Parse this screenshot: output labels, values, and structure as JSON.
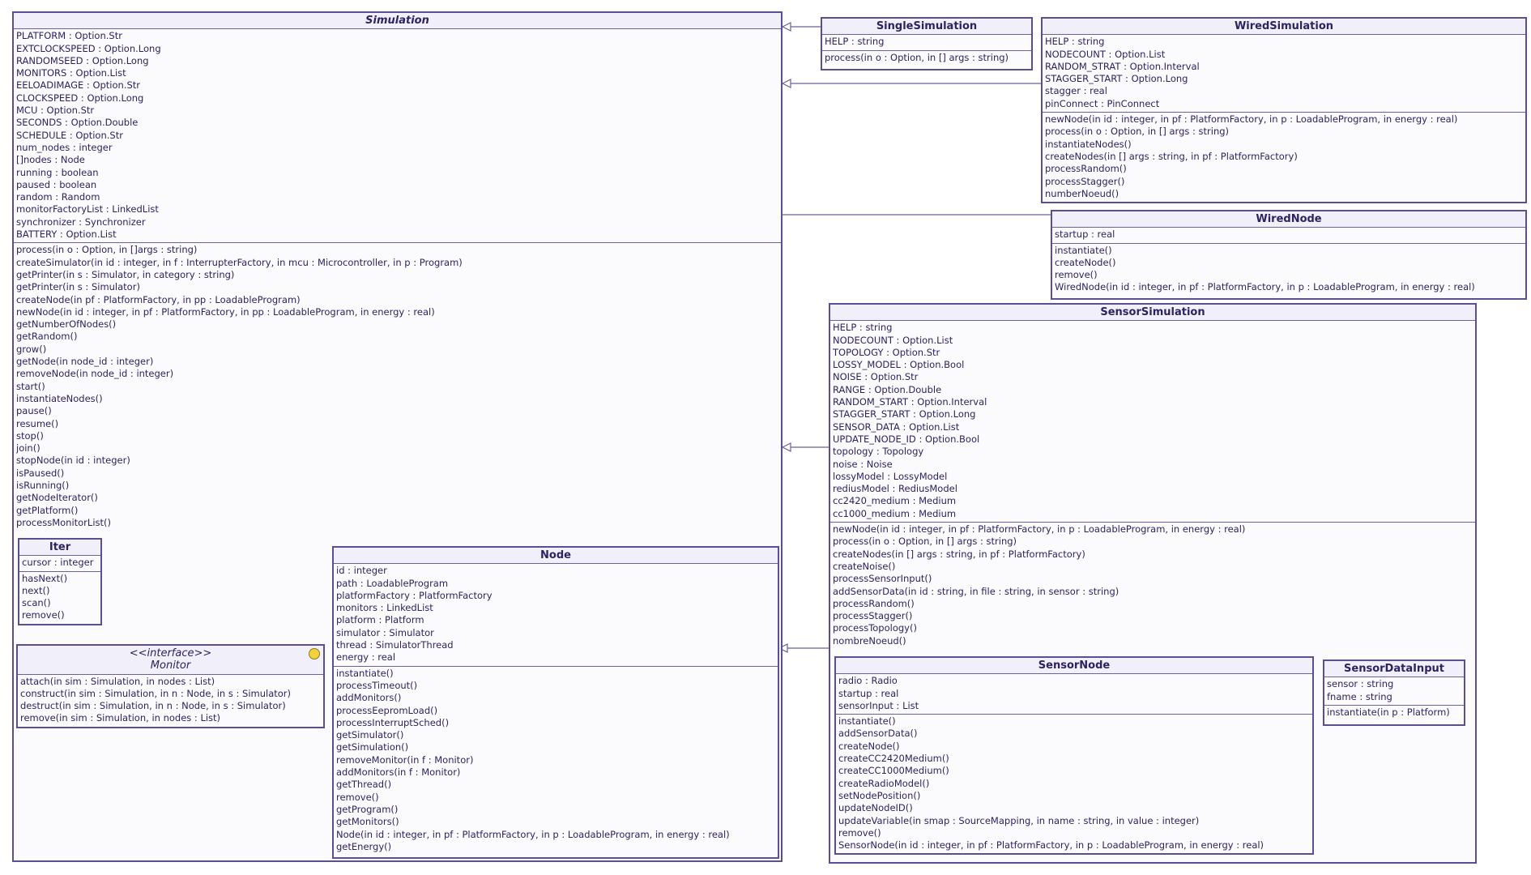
{
  "simulation": {
    "title": "Simulation",
    "attributes": [
      "PLATFORM : Option.Str",
      "EXTCLOCKSPEED : Option.Long",
      "RANDOMSEED : Option.Long",
      "MONITORS : Option.List",
      "EELOADIMAGE : Option.Str",
      "CLOCKSPEED : Option.Long",
      "MCU : Option.Str",
      "SECONDS : Option.Double",
      "SCHEDULE : Option.Str",
      "num_nodes : integer",
      "[]nodes : Node",
      "running  : boolean",
      "paused : boolean",
      "random : Random",
      "monitorFactoryList : LinkedList",
      "synchronizer : Synchronizer",
      "BATTERY : Option.List"
    ],
    "methods": [
      "process(in o  : Option, in []args : string)",
      "createSimulator(in id : integer, in f : InterrupterFactory, in mcu : Microcontroller, in p : Program)",
      "getPrinter(in s : Simulator, in category : string)",
      "getPrinter(in s : Simulator)",
      "createNode(in pf : PlatformFactory, in pp : LoadableProgram)",
      "newNode(in id : integer, in pf : PlatformFactory, in pp : LoadableProgram, in energy : real)",
      "getNumberOfNodes()",
      "getRandom()",
      "grow()",
      "getNode(in node_id : integer)",
      "removeNode(in node_id : integer)",
      "start()",
      "instantiateNodes()",
      "pause()",
      "resume()",
      "stop()",
      "join()",
      "stopNode(in id : integer)",
      "isPaused()",
      "isRunning()",
      "getNodeIterator()",
      "getPlatform()",
      "processMonitorList()"
    ]
  },
  "iter": {
    "title": "Iter",
    "attributes": [
      "cursor : integer"
    ],
    "methods": [
      "hasNext()",
      "next()",
      "scan()",
      "remove()"
    ]
  },
  "monitor": {
    "stereotype": "<<interface>>",
    "title": "Monitor",
    "methods": [
      "attach(in sim : Simulation, in nodes : List)",
      "construct(in sim : Simulation, in n : Node, in s : Simulator)",
      "destruct(in sim : Simulation, in n : Node, in s : Simulator)",
      "remove(in sim : Simulation, in nodes : List)"
    ]
  },
  "node": {
    "title": "Node",
    "attributes": [
      "id : integer",
      "path : LoadableProgram",
      "platformFactory : PlatformFactory",
      "monitors : LinkedList",
      "platform : Platform",
      "simulator  : Simulator",
      "thread : SimulatorThread",
      "energy : real"
    ],
    "methods": [
      "instantiate()",
      "processTimeout()",
      "addMonitors()",
      "processEepromLoad()",
      "processInterruptSched()",
      "getSimulator()",
      "getSimulation()",
      "removeMonitor(in f : Monitor)",
      "addMonitors(in f : Monitor)",
      "getThread()",
      "remove()",
      "getProgram()",
      "getMonitors()",
      "Node(in id : integer, in pf : PlatformFactory, in p : LoadableProgram, in energy : real)",
      "getEnergy()"
    ]
  },
  "singleSimulation": {
    "title": "SingleSimulation",
    "attributes": [
      "HELP : string"
    ],
    "methods": [
      "process(in o : Option, in [] args : string)"
    ]
  },
  "wiredSimulation": {
    "title": "WiredSimulation",
    "attributes": [
      "HELP : string",
      "NODECOUNT : Option.List",
      "RANDOM_STRAT : Option.Interval",
      "STAGGER_START : Option.Long",
      "stagger : real",
      "pinConnect : PinConnect"
    ],
    "methods": [
      "newNode(in id : integer, in pf : PlatformFactory, in p : LoadableProgram, in energy : real)",
      "process(in o : Option, in [] args : string)",
      "instantiateNodes()",
      "createNodes(in [] args : string, in pf : PlatformFactory)",
      "processRandom()",
      "processStagger()",
      "numberNoeud()"
    ]
  },
  "wiredNode": {
    "title": "WiredNode",
    "attributes": [
      "startup : real"
    ],
    "methods": [
      "instantiate()",
      "createNode()",
      "remove()",
      "WiredNode(in id : integer, in pf : PlatformFactory, in p : LoadableProgram, in energy : real)"
    ]
  },
  "sensorSimulation": {
    "title": "SensorSimulation",
    "attributes": [
      "HELP : string",
      "NODECOUNT : Option.List",
      "TOPOLOGY : Option.Str",
      "LOSSY_MODEL : Option.Bool",
      "NOISE : Option.Str",
      "RANGE : Option.Double",
      "RANDOM_START : Option.Interval",
      "STAGGER_START : Option.Long",
      "SENSOR_DATA : Option.List",
      "UPDATE_NODE_ID : Option.Bool",
      "topology : Topology",
      "noise : Noise",
      "lossyModel : LossyModel",
      "rediusModel : RediusModel",
      "cc2420_medium : Medium",
      "cc1000_medium : Medium"
    ],
    "methods": [
      "newNode(in id : integer, in pf : PlatformFactory, in p : LoadableProgram, in energy : real)",
      "process(in o : Option, in [] args : string)",
      "createNodes(in [] args : string, in pf : PlatformFactory)",
      "createNoise()",
      "processSensorInput()",
      "addSensorData(in id : string, in file : string, in sensor : string)",
      "processRandom()",
      "processStagger()",
      "processTopology()",
      "nombreNoeud()"
    ]
  },
  "sensorNode": {
    "title": "SensorNode",
    "attributes": [
      "radio : Radio",
      "startup : real",
      "sensorInput : List"
    ],
    "methods": [
      "instantiate()",
      "addSensorData()",
      "createNode()",
      "createCC2420Medium()",
      "createCC1000Medium()",
      "createRadioModel()",
      "setNodePosition()",
      "updateNodeID()",
      "updateVariable(in smap : SourceMapping, in name : string, in value : integer)",
      "remove()",
      "SensorNode(in id : integer, in pf : PlatformFactory, in p : LoadableProgram, in energy : real)"
    ]
  },
  "sensorDataInput": {
    "title": "SensorDataInput",
    "attributes": [
      "sensor : string",
      "fname : string"
    ],
    "methods": [
      "instantiate(in p : Platform)"
    ]
  },
  "colors": {
    "border": "#5a4f8f",
    "text": "#2b2460",
    "fill": "#fbfbfe"
  }
}
